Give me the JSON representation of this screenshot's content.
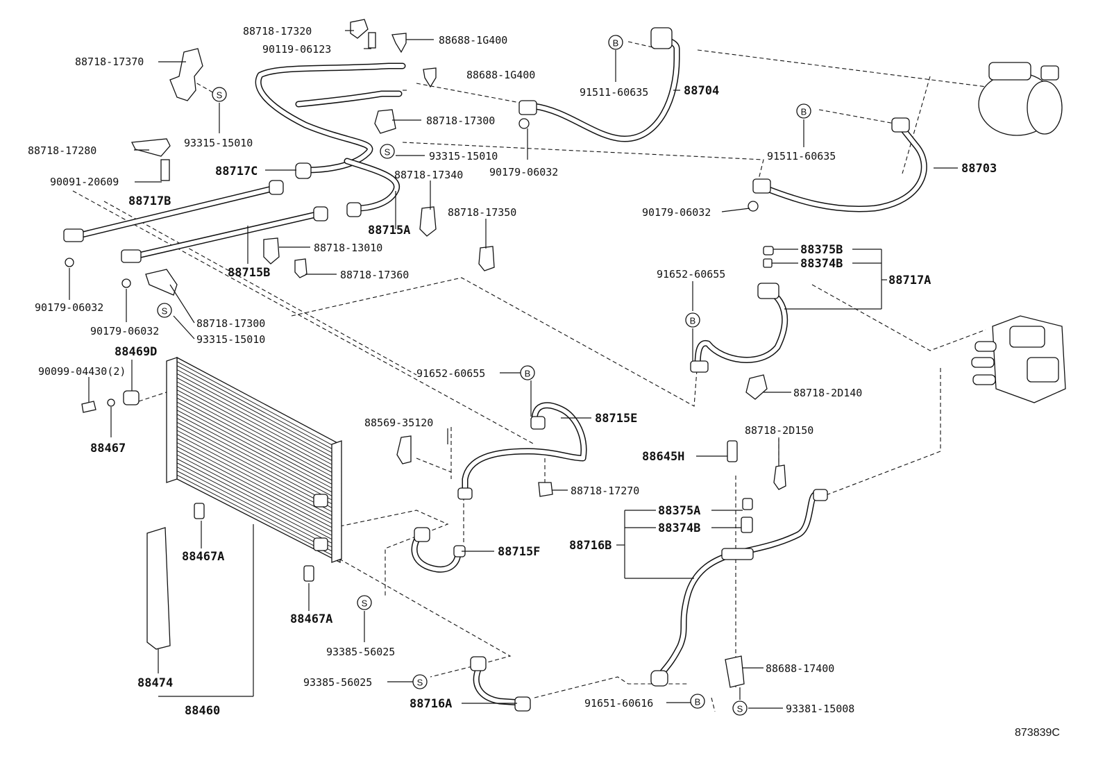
{
  "labels": {
    "p88718_17320": "88718-17320",
    "p90119_06123": "90119-06123",
    "p88688_1G400_a": "88688-1G400",
    "p88688_1G400_b": "88688-1G400",
    "p88718_17370": "88718-17370",
    "p93315_15010_a": "93315-15010",
    "p88718_17280": "88718-17280",
    "p90091_20609": "90091-20609",
    "p88717B": "88717B",
    "p88717C": "88717C",
    "p88718_17300_a": "88718-17300",
    "p93315_15010_b": "93315-15010",
    "p88718_17340": "88718-17340",
    "p88715A": "88715A",
    "p88718_17350": "88718-17350",
    "p90179_06032_a": "90179-06032",
    "p91511_60635_a": "91511-60635",
    "p88704": "88704",
    "p91511_60635_b": "91511-60635",
    "p88703": "88703",
    "p90179_06032_b": "90179-06032",
    "p88718_13010": "88718-13010",
    "p88715B": "88715B",
    "p88718_17360": "88718-17360",
    "p90179_06032_c": "90179-06032",
    "p90179_06032_d": "90179-06032",
    "p88718_17300_b": "88718-17300",
    "p93315_15010_c": "93315-15010",
    "p88469D": "88469D",
    "p90099_04430": "90099-04430(2)",
    "p88467": "88467",
    "p88375B_a": "88375B",
    "p88374B_a": "88374B",
    "p88717A": "88717A",
    "p91652_60655_a": "91652-60655",
    "p88718_2D140": "88718-2D140",
    "p91652_60655_b": "91652-60655",
    "p88715E": "88715E",
    "p88569_35120": "88569-35120",
    "p88718_17270": "88718-17270",
    "p88718_2D150": "88718-2D150",
    "p88645H": "88645H",
    "p88375A": "88375A",
    "p88374B_b": "88374B",
    "p88716B": "88716B",
    "p88467A_a": "88467A",
    "p88715F": "88715F",
    "p88467A_b": "88467A",
    "p93385_56025_a": "93385-56025",
    "p93385_56025_b": "93385-56025",
    "p88474": "88474",
    "p88460": "88460",
    "p88716A": "88716A",
    "p91651_60616": "91651-60616",
    "p88688_17400": "88688-17400",
    "p93381_15008": "93381-15008"
  },
  "markers": {
    "s": "S",
    "b": "B"
  },
  "diagram_ref": "873839C"
}
